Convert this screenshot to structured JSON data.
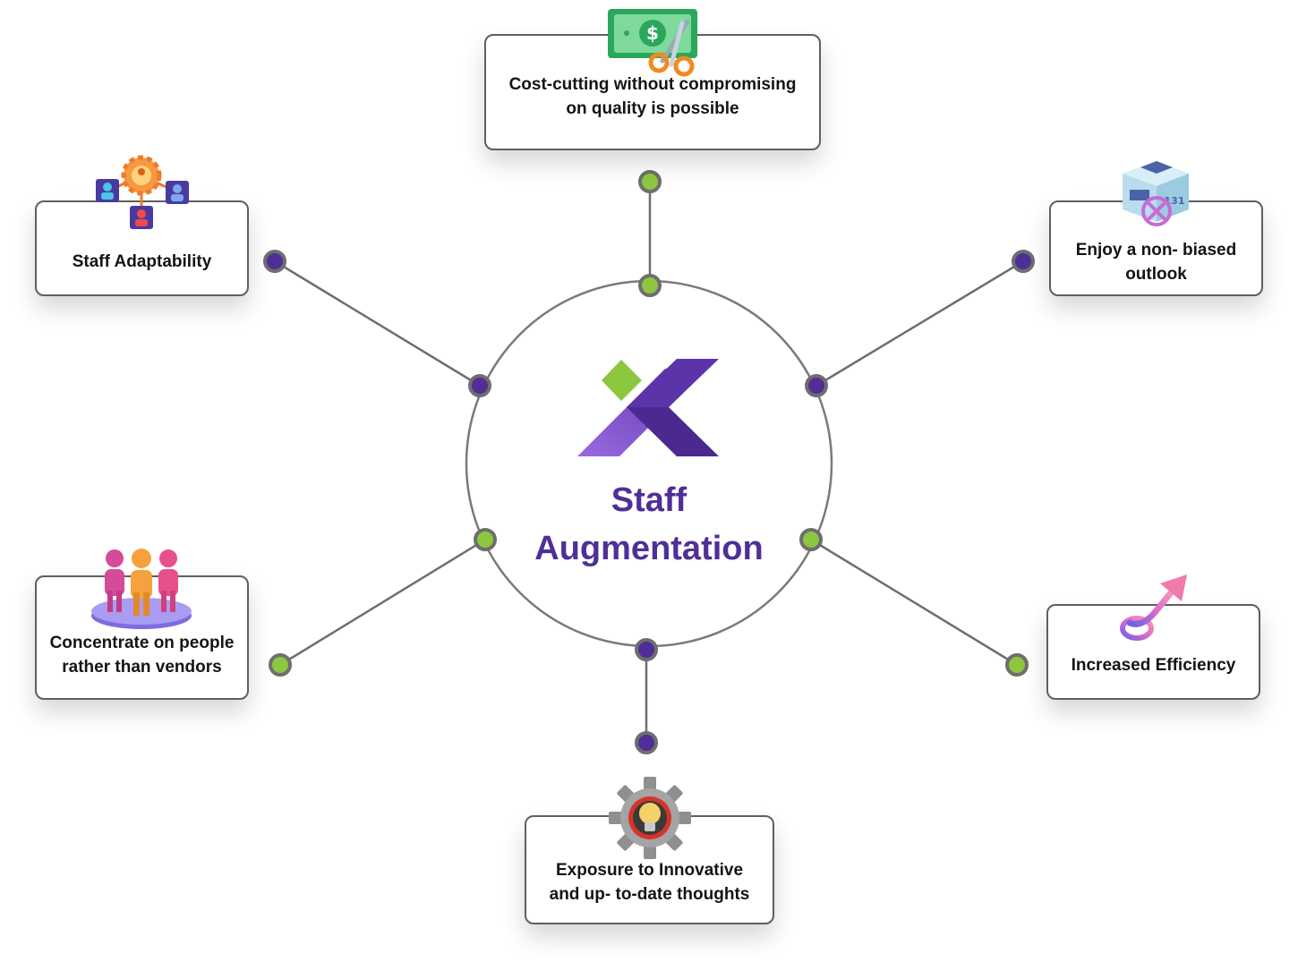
{
  "hub": {
    "title": "Staff\nAugmentation",
    "logo": "x-logo-icon"
  },
  "benefits": [
    {
      "label": "Cost-cutting without compromising\non quality is possible",
      "icon": "money-scissors-icon"
    },
    {
      "label": "Staff Adaptability",
      "icon": "team-network-icon"
    },
    {
      "label": "Enjoy a non- biased\noutlook",
      "icon": "package-cross-icon"
    },
    {
      "label": "Concentrate on people\nrather than vendors",
      "icon": "people-podium-icon"
    },
    {
      "label": "Increased Efficiency",
      "icon": "upward-arrow-icon"
    },
    {
      "label": "Exposure to Innovative\nand up- to-date thoughts",
      "icon": "gear-lightbulb-icon"
    }
  ],
  "colors": {
    "purple": "#4f2f97",
    "purple_light": "#8b5bd6",
    "green": "#8dc63f",
    "connector": "#6e6e6e"
  }
}
